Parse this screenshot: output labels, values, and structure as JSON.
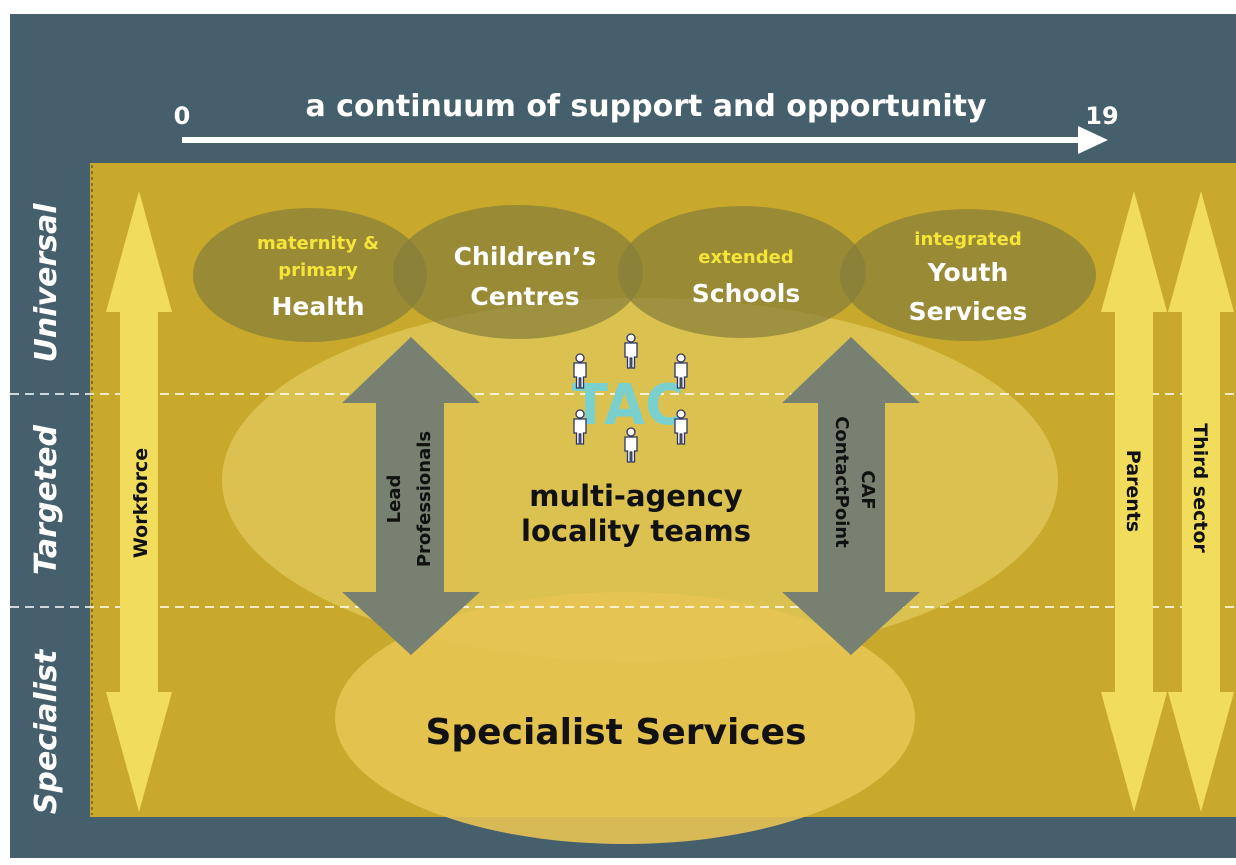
{
  "header": {
    "title": "a continuum of support and opportunity",
    "start_label": "0",
    "end_label": "19"
  },
  "tiers": {
    "universal": "Universal",
    "targeted": "Targeted",
    "specialist": "Specialist"
  },
  "services": {
    "health": {
      "qualifier_line1": "maternity &",
      "qualifier_line2": "primary",
      "name": "Health"
    },
    "childrens_centres": {
      "line1": "Children’s",
      "line2": "Centres"
    },
    "schools": {
      "qualifier": "extended",
      "name": "Schools"
    },
    "youth": {
      "qualifier": "integrated",
      "line1": "Youth",
      "line2": "Services"
    }
  },
  "middle": {
    "tac": "TAC",
    "teams_line1": "multi-agency",
    "teams_line2": "locality teams",
    "lead_line1": "Lead",
    "lead_line2": "Professionals",
    "caf_line1": "CAF",
    "caf_line2": "ContactPoint"
  },
  "specialist_services": "Specialist Services",
  "side_arrows": {
    "workforce": "Workforce",
    "parents": "Parents",
    "third_sector": "Third sector"
  },
  "colors": {
    "frame": "#455f6d",
    "background": "#c9a92b",
    "light_arrow": "#f1dc5c",
    "grey_arrow": "#788171",
    "olive_oval": "#857d3a",
    "qualifier_text": "#f5e53a",
    "tac": "#7ad0cc"
  }
}
